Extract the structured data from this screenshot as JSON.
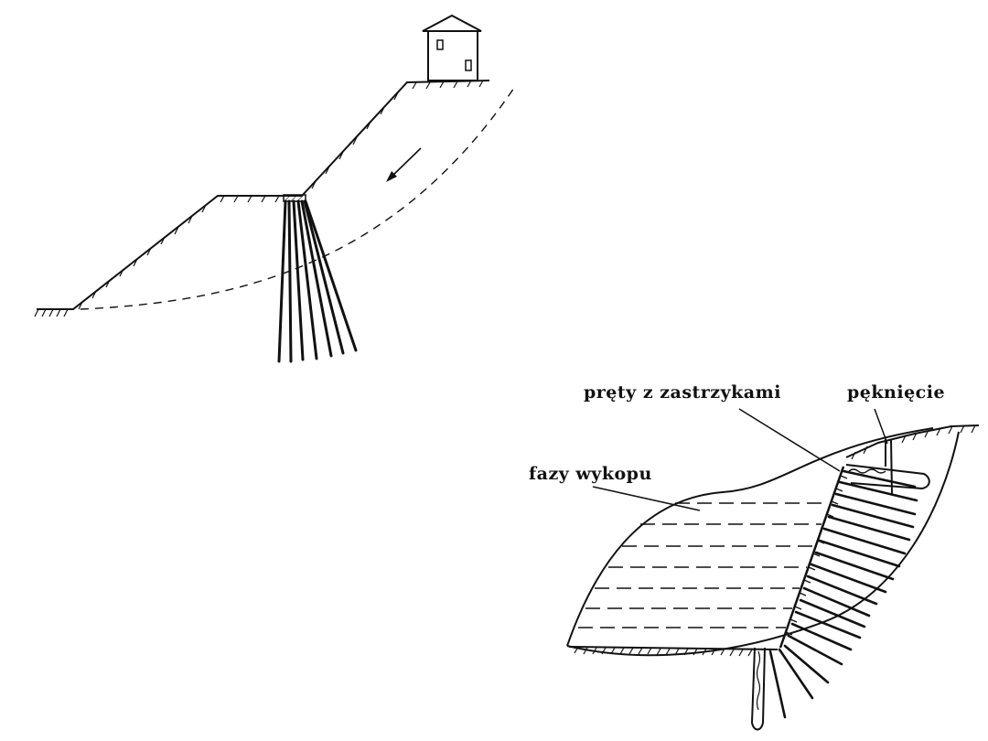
{
  "labels": {
    "rods_with_grout": "pręty z zastrzykami",
    "crack": "pęknięcie",
    "excavation_phases": "fazy wykopu"
  }
}
